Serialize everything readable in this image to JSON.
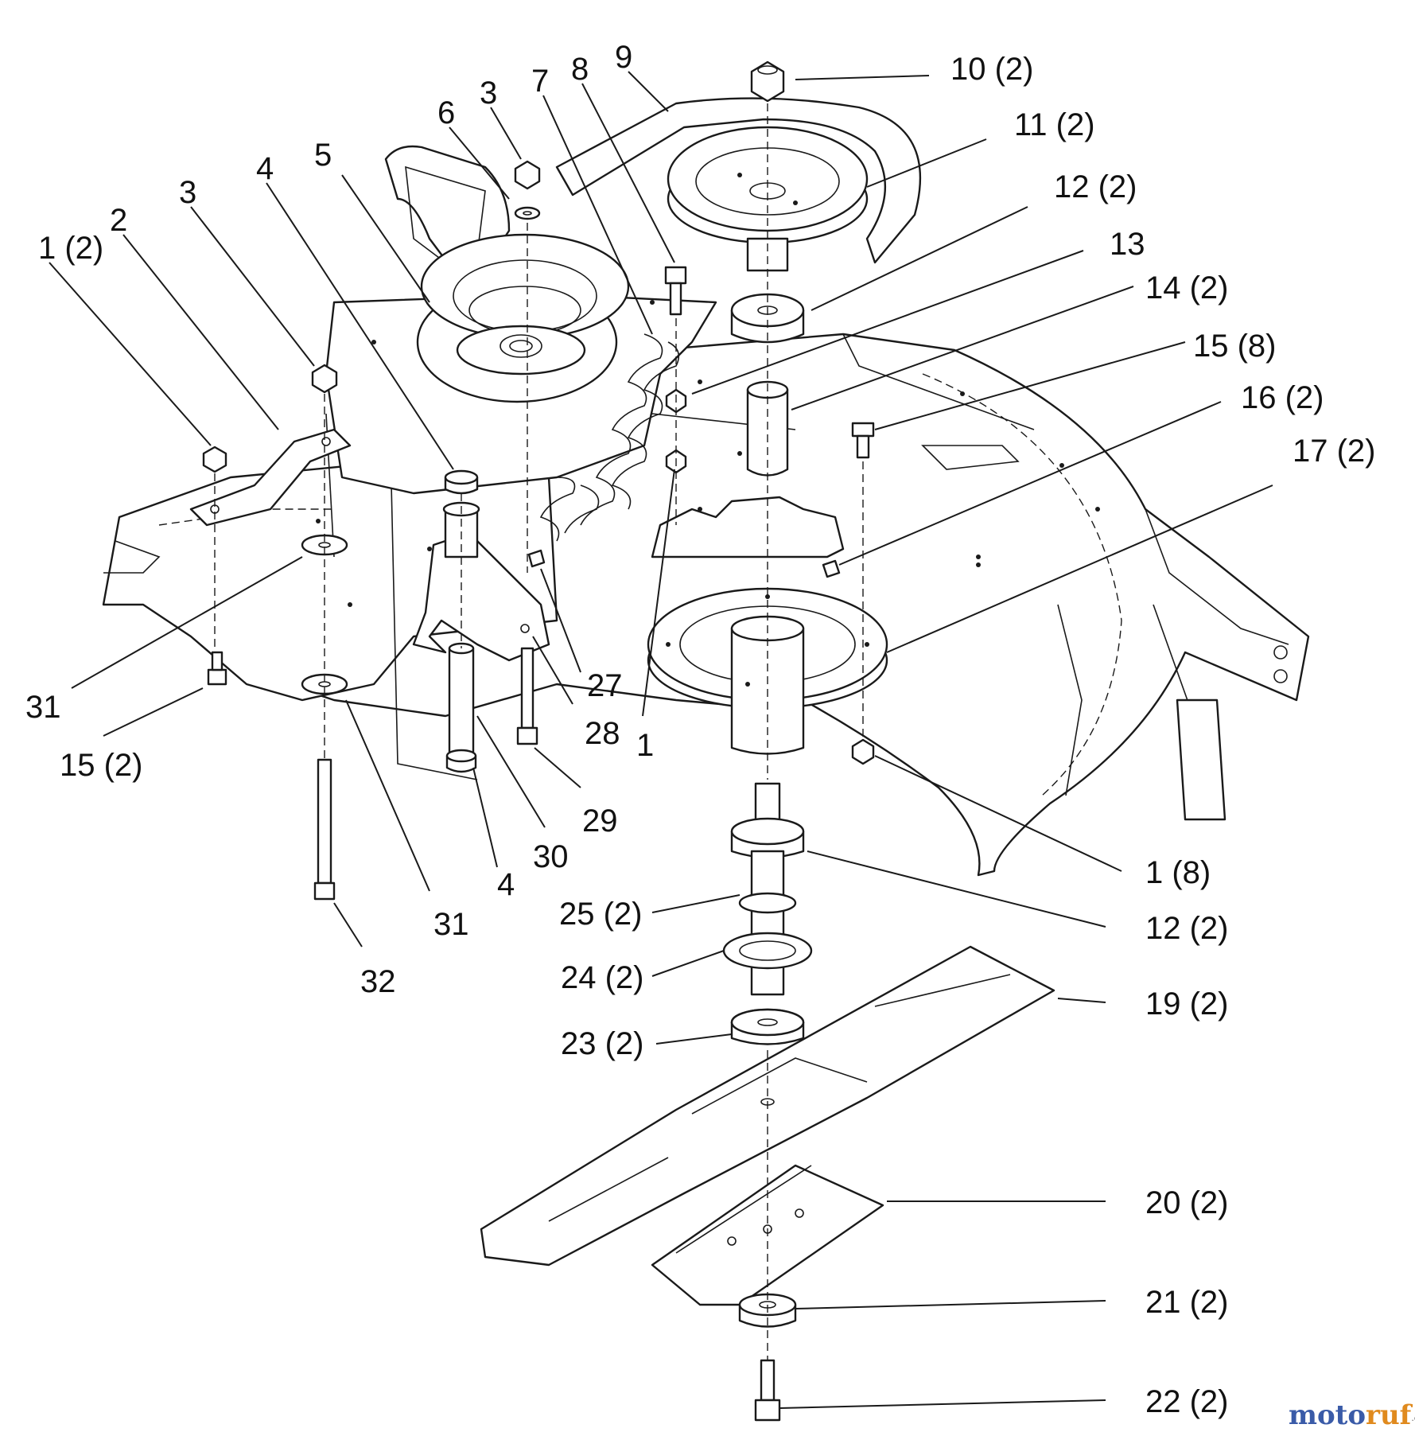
{
  "callouts": [
    "1 (2)",
    "2",
    "3",
    "4",
    "5",
    "6",
    "3",
    "7",
    "8",
    "9",
    "10 (2)",
    "11 (2)",
    "12 (2)",
    "13",
    "14 (2)",
    "15 (8)",
    "16 (2)",
    "17 (2)",
    "31",
    "15 (2)",
    "27",
    "28",
    "1",
    "29",
    "30",
    "4",
    "31",
    "32",
    "1 (8)",
    "12 (2)",
    "25 (2)",
    "24 (2)",
    "19 (2)",
    "23 (2)",
    "20 (2)",
    "21 (2)",
    "22 (2)"
  ],
  "watermark": {
    "brand": "motoruf",
    "suffix": ".de",
    "colors": {
      "m": "#3a5ba8",
      "ruf": "#e08a1e"
    }
  }
}
